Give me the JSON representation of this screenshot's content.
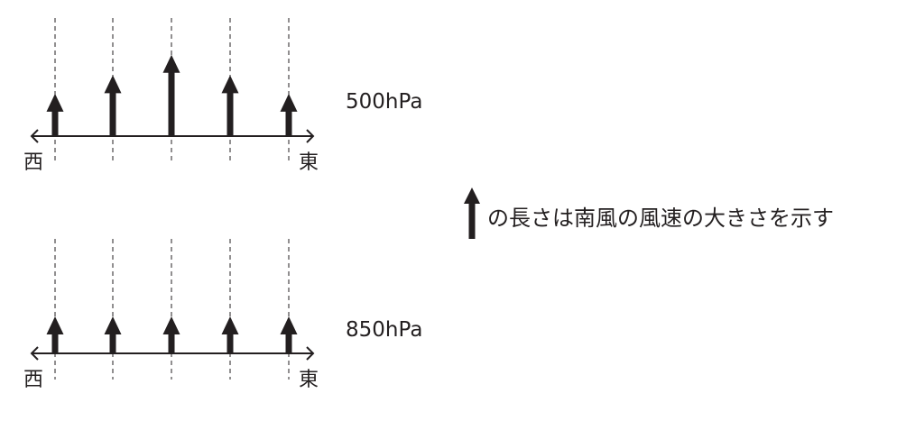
{
  "panels": [
    {
      "level": "500hPa",
      "west": "西",
      "east": "東",
      "wind_values": [
        1.15,
        1.65,
        2.2,
        1.65,
        1.15
      ]
    },
    {
      "level": "850hPa",
      "west": "西",
      "east": "東",
      "wind_values": [
        1,
        1,
        1,
        1,
        1
      ]
    }
  ],
  "legend": {
    "text": "の長さは南風の風速の大きさを示す",
    "icon": "up-arrow-icon"
  },
  "colors": {
    "ink": "#231f20"
  }
}
